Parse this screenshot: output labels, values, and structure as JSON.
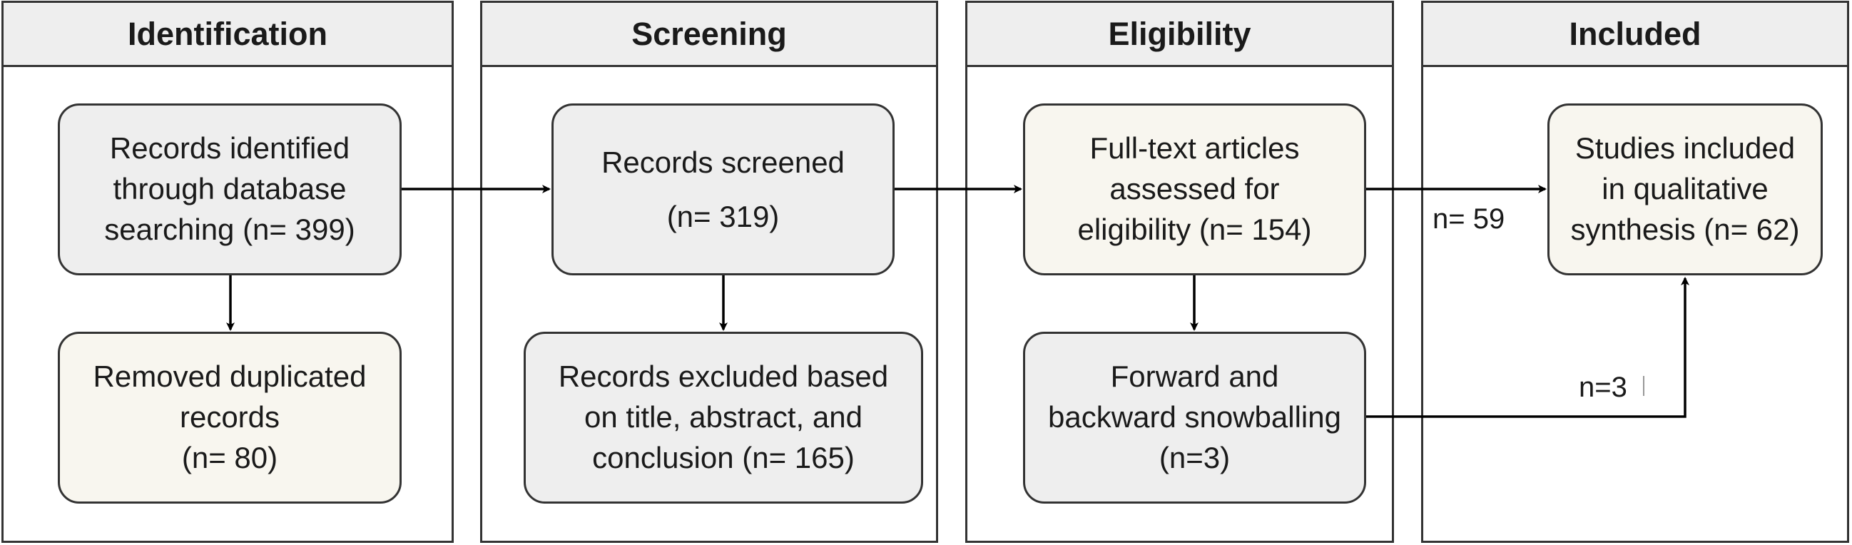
{
  "lanes": {
    "identification": "Identification",
    "screening": "Screening",
    "eligibility": "Eligibility",
    "included": "Included"
  },
  "nodes": {
    "records_identified": "Records identified\nthrough database\nsearching  (n= 399)",
    "removed_duplicates": "Removed duplicated\nrecords\n(n= 80)",
    "records_screened": "Records screened\n(n= 319)",
    "records_excluded": "Records excluded based\non title, abstract, and\nconclusion  (n= 165)",
    "fulltext_assessed": "Full-text articles\nassessed for\neligibility  (n= 154)",
    "snowballing": "Forward and\nbackward snowballing\n(n=3)",
    "studies_included": "Studies included\nin qualitative\nsynthesis (n= 62)"
  },
  "edge_labels": {
    "fulltext_to_included": "n= 59",
    "snowballing_to_included": "n=3"
  }
}
